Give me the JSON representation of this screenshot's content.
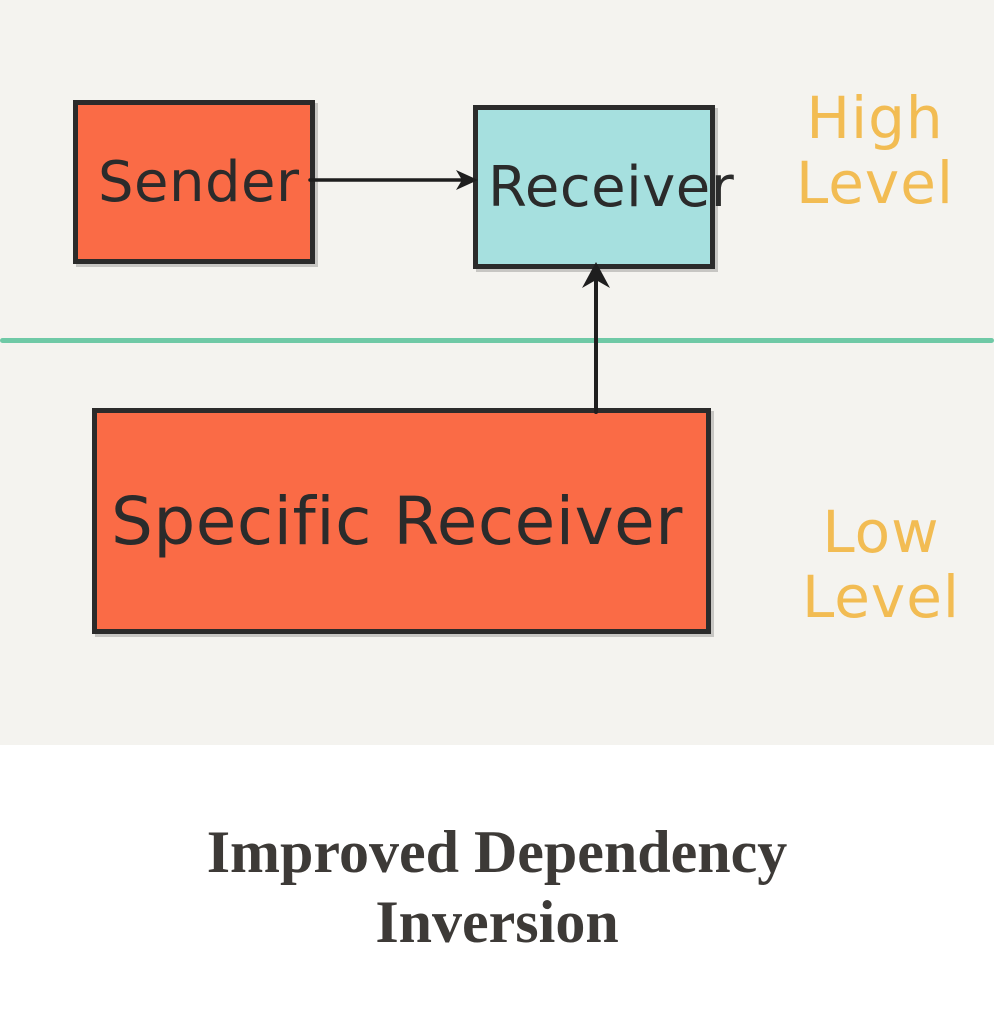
{
  "canvas": {
    "background": "#F4F3EF",
    "page_background": "#FFFFFF"
  },
  "diagram": {
    "type": "dependency-inversion-diagram",
    "nodes": [
      {
        "id": "sender",
        "label": "Sender",
        "fill": "#FA6B46",
        "stroke": "#2B2B2B",
        "layer": "high"
      },
      {
        "id": "receiver",
        "label": "Receiver",
        "fill": "#A6E0DF",
        "stroke": "#2B2B2B",
        "layer": "high"
      },
      {
        "id": "specific-receiver",
        "label": "Specific Receiver",
        "fill": "#FA6B46",
        "stroke": "#2B2B2B",
        "layer": "low"
      }
    ],
    "edges": [
      {
        "id": "sender-to-receiver",
        "from": "sender",
        "to": "receiver",
        "direction": "right",
        "color": "#1E1E1E"
      },
      {
        "id": "specific-receiver-to-receiver",
        "from": "specific-receiver",
        "to": "receiver",
        "direction": "up",
        "color": "#1E1E1E"
      }
    ],
    "divider": {
      "id": "layer-divider",
      "color": "#6FC9A6"
    },
    "zones": [
      {
        "id": "high",
        "label": "High\nLevel",
        "color": "#F2BC53"
      },
      {
        "id": "low",
        "label": "Low\nLevel",
        "color": "#F2BC53"
      }
    ]
  },
  "caption": {
    "text": "Improved Dependency Inversion",
    "color": "#3D3A37"
  }
}
